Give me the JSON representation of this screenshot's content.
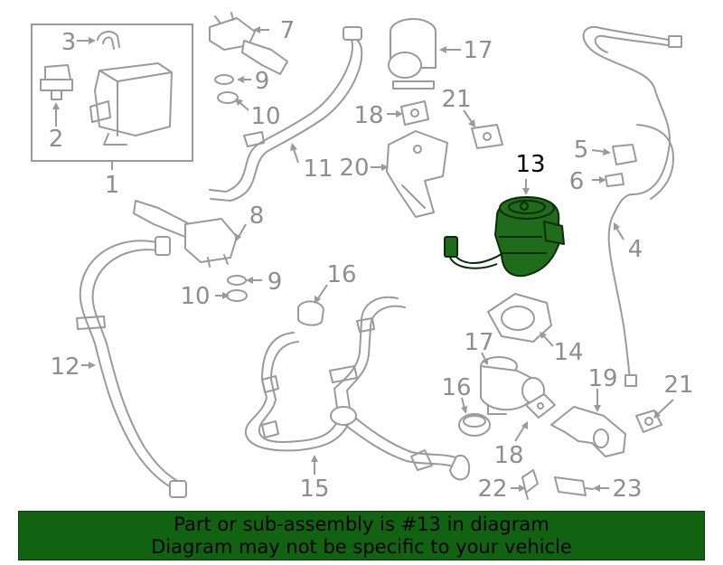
{
  "labels": {
    "l1": "1",
    "l2": "2",
    "l3": "3",
    "l4": "4",
    "l5": "5",
    "l6": "6",
    "l7": "7",
    "l8": "8",
    "l9a": "9",
    "l9b": "9",
    "l10a": "10",
    "l10b": "10",
    "l11": "11",
    "l12": "12",
    "l13": "13",
    "l14": "14",
    "l15": "15",
    "l16a": "16",
    "l16b": "16",
    "l17a": "17",
    "l17b": "17",
    "l18a": "18",
    "l18b": "18",
    "l19": "19",
    "l20": "20",
    "l21a": "21",
    "l21b": "21",
    "l22": "22",
    "l23": "23"
  },
  "highlight_part": "13",
  "colors": {
    "highlight": "#1f6d1a",
    "banner": "#116311",
    "line": "#9a9a9a"
  },
  "banner": {
    "line1": "Part or sub-assembly is #13 in diagram",
    "line2": "Diagram may not be specific to your vehicle"
  }
}
